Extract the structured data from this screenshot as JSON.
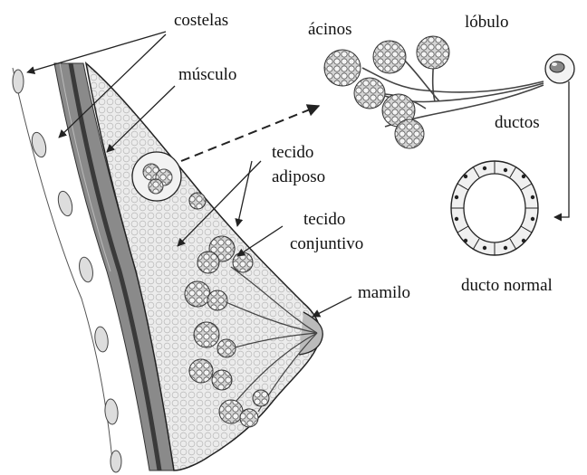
{
  "labels": {
    "costelas": "costelas",
    "musculo": "músculo",
    "acinos": "ácinos",
    "lobulo": "lóbulo",
    "ductos": "ductos",
    "tecido_adiposo_1": "tecido",
    "tecido_adiposo_2": "adiposo",
    "tecido_conjuntivo_1": "tecido",
    "tecido_conjuntivo_2": "conjuntivo",
    "mamilo": "mamilo",
    "ducto_normal": "ducto normal"
  },
  "colors": {
    "line": "#222222",
    "tissue_fill": "#e9e9e9",
    "muscle_dark": "#4a4a4a",
    "muscle_mid": "#8a8a8a",
    "lobule_fill": "#cfcfcf",
    "background": "#ffffff"
  }
}
